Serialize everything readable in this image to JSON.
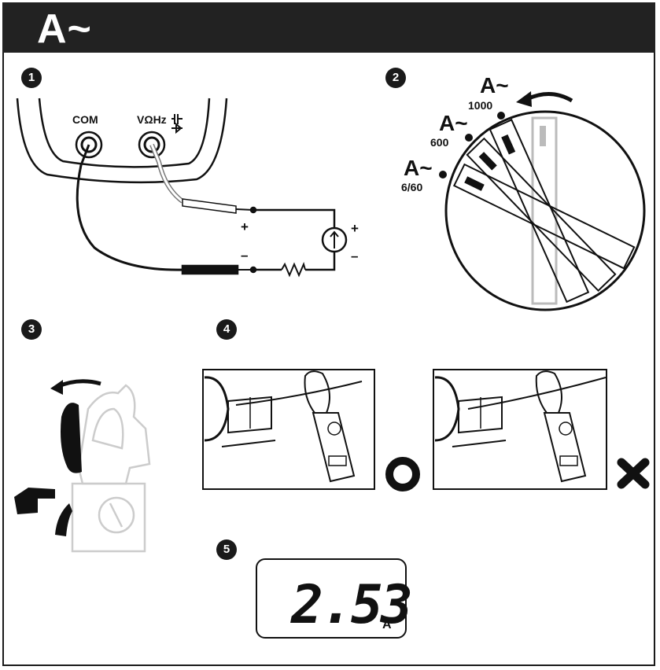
{
  "header": {
    "title": "A~"
  },
  "steps": [
    "1",
    "2",
    "3",
    "4",
    "5"
  ],
  "step1": {
    "com_label": "COM",
    "volt_label": "VΩHz",
    "plus": "+",
    "minus": "–",
    "source_plus": "+",
    "source_minus": "–"
  },
  "step2": {
    "positions": [
      {
        "symbol": "A~",
        "range": "1000"
      },
      {
        "symbol": "A~",
        "range": "600"
      },
      {
        "symbol": "A~",
        "range": "6/60"
      }
    ]
  },
  "step4": {
    "correct_symbol": "O",
    "wrong_symbol": "✕"
  },
  "step5": {
    "reading": "2.53",
    "unit": "A"
  }
}
